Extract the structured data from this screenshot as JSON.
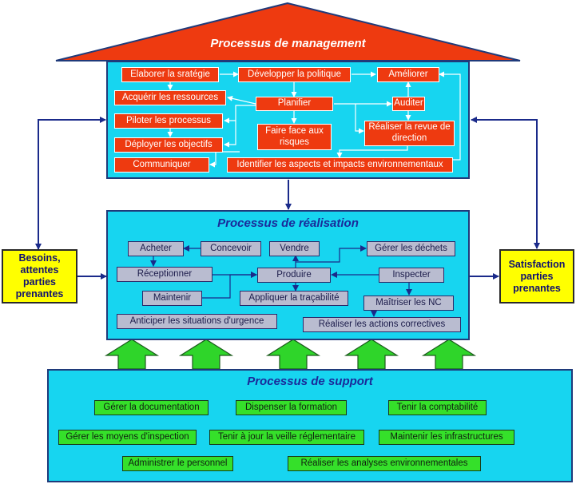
{
  "management": {
    "title": "Processus de management",
    "items": [
      "Elaborer la sratégie",
      "Développer la politique",
      "Améliorer",
      "Acquérir les ressources",
      "Planifier",
      "Auditer",
      "Piloter les processus",
      "Faire face aux risques",
      "Réaliser la revue de direction",
      "Déployer les objectifs",
      "Communiquer",
      "Identifier les aspects et impacts environnementaux"
    ]
  },
  "realisation": {
    "title": "Processus de réalisation",
    "items": [
      "Acheter",
      "Concevoir",
      "Vendre",
      "Gérer les déchets",
      "Réceptionner",
      "Produire",
      "Inspecter",
      "Maintenir",
      "Appliquer la traçabilité",
      "Maîtriser les NC",
      "Anticiper les situations d'urgence",
      "Réaliser les actions correctives"
    ]
  },
  "support": {
    "title": "Processus de support",
    "items": [
      "Gérer la documentation",
      "Dispenser la formation",
      "Tenir la comptabilité",
      "Gérer les moyens d'inspection",
      "Tenir à jour la veille réglementaire",
      "Maintenir les infrastructures",
      "Administrer le personnel",
      "Réaliser les analyses environnementales"
    ]
  },
  "left_box": "Besoins, attentes parties prenantes",
  "right_box": "Satisfaction parties prenantes",
  "colors": {
    "panel": "#17d5f0",
    "roof": "#ee3a10",
    "process_red": "#ee3a10",
    "process_gray": "#b9bcd0",
    "process_green": "#35e02a",
    "stakeholder_yellow": "#ffff00",
    "arrow_green": "#2fd52a",
    "connector_blue": "#1a2a8a"
  }
}
